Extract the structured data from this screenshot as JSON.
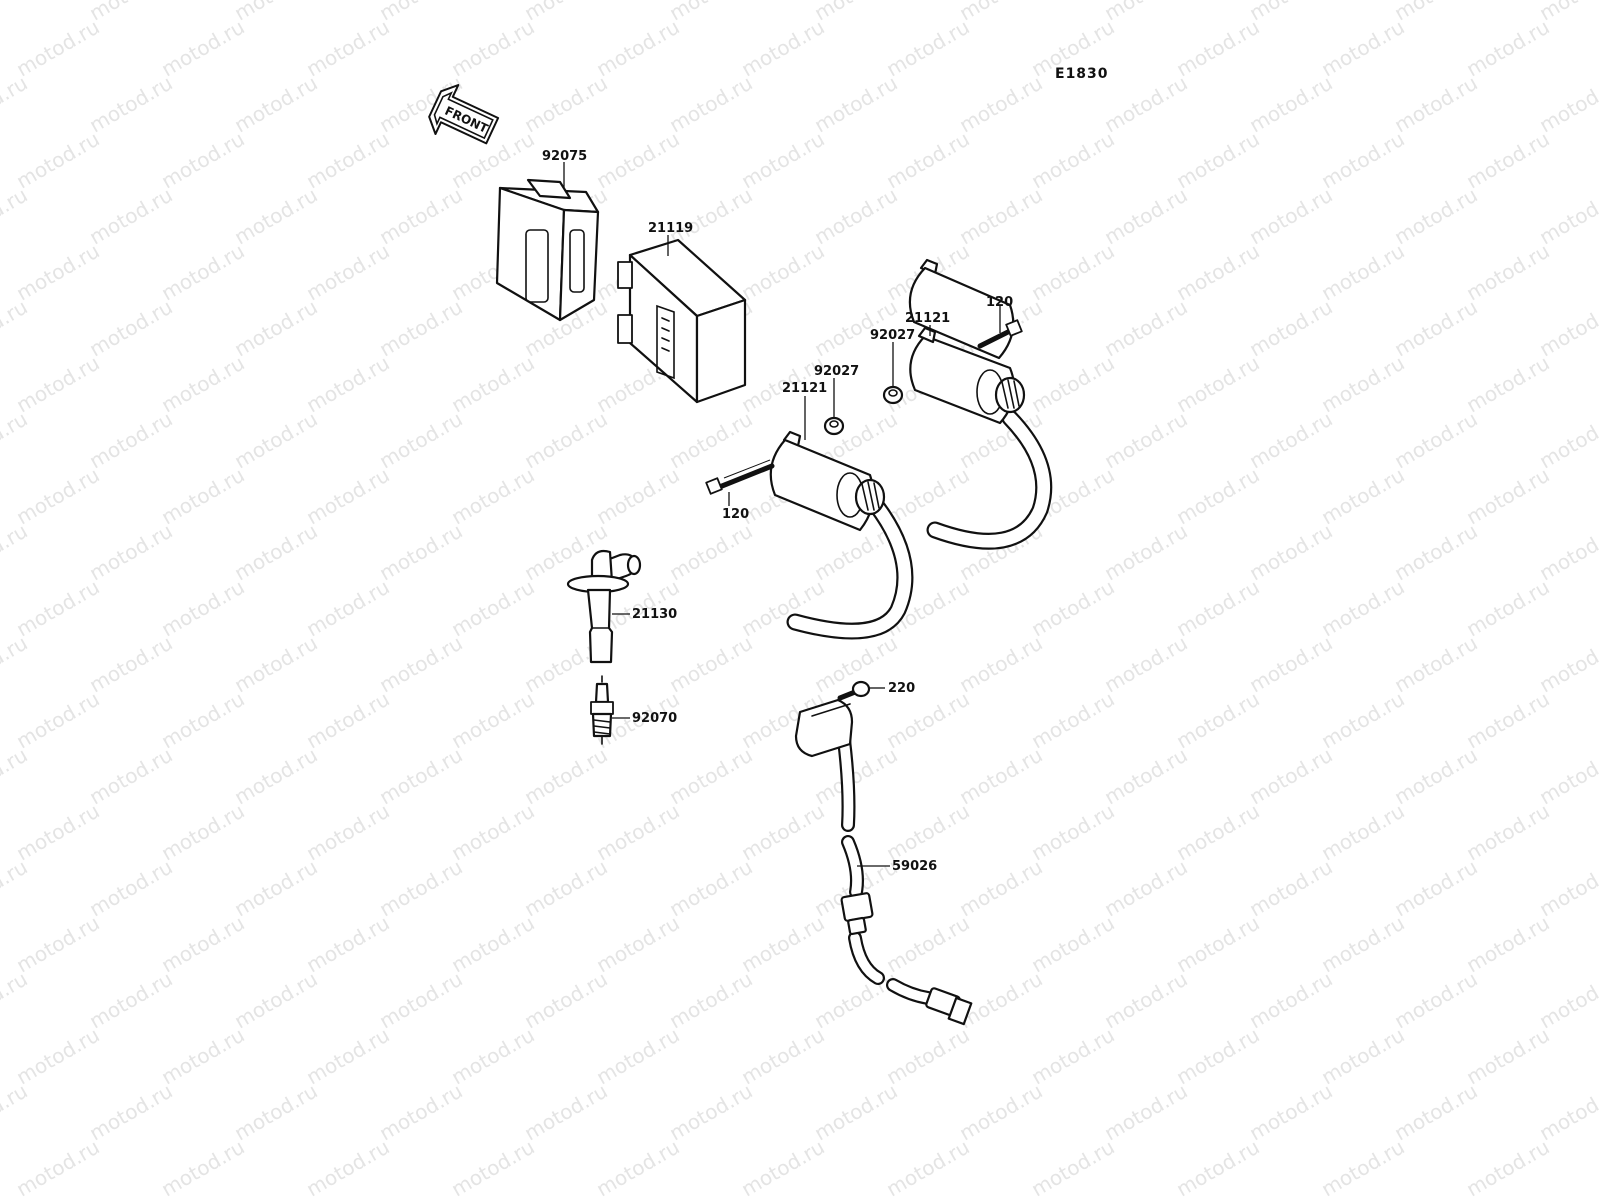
{
  "watermark": {
    "text": "motod.ru"
  },
  "diagram": {
    "code": "E1830",
    "front_label": "FRONT",
    "callouts": {
      "cover_92075": "92075",
      "igniter_21119": "21119",
      "coil_left_21121": "21121",
      "coil_right_21121": "21121",
      "bolt_left_120": "120",
      "bolt_right_120": "120",
      "spacer_left_92027": "92027",
      "spacer_right_92027": "92027",
      "plug_cap_21130": "21130",
      "spark_plug_92070": "92070",
      "screw_220": "220",
      "pickup_coil_59026": "59026"
    }
  }
}
